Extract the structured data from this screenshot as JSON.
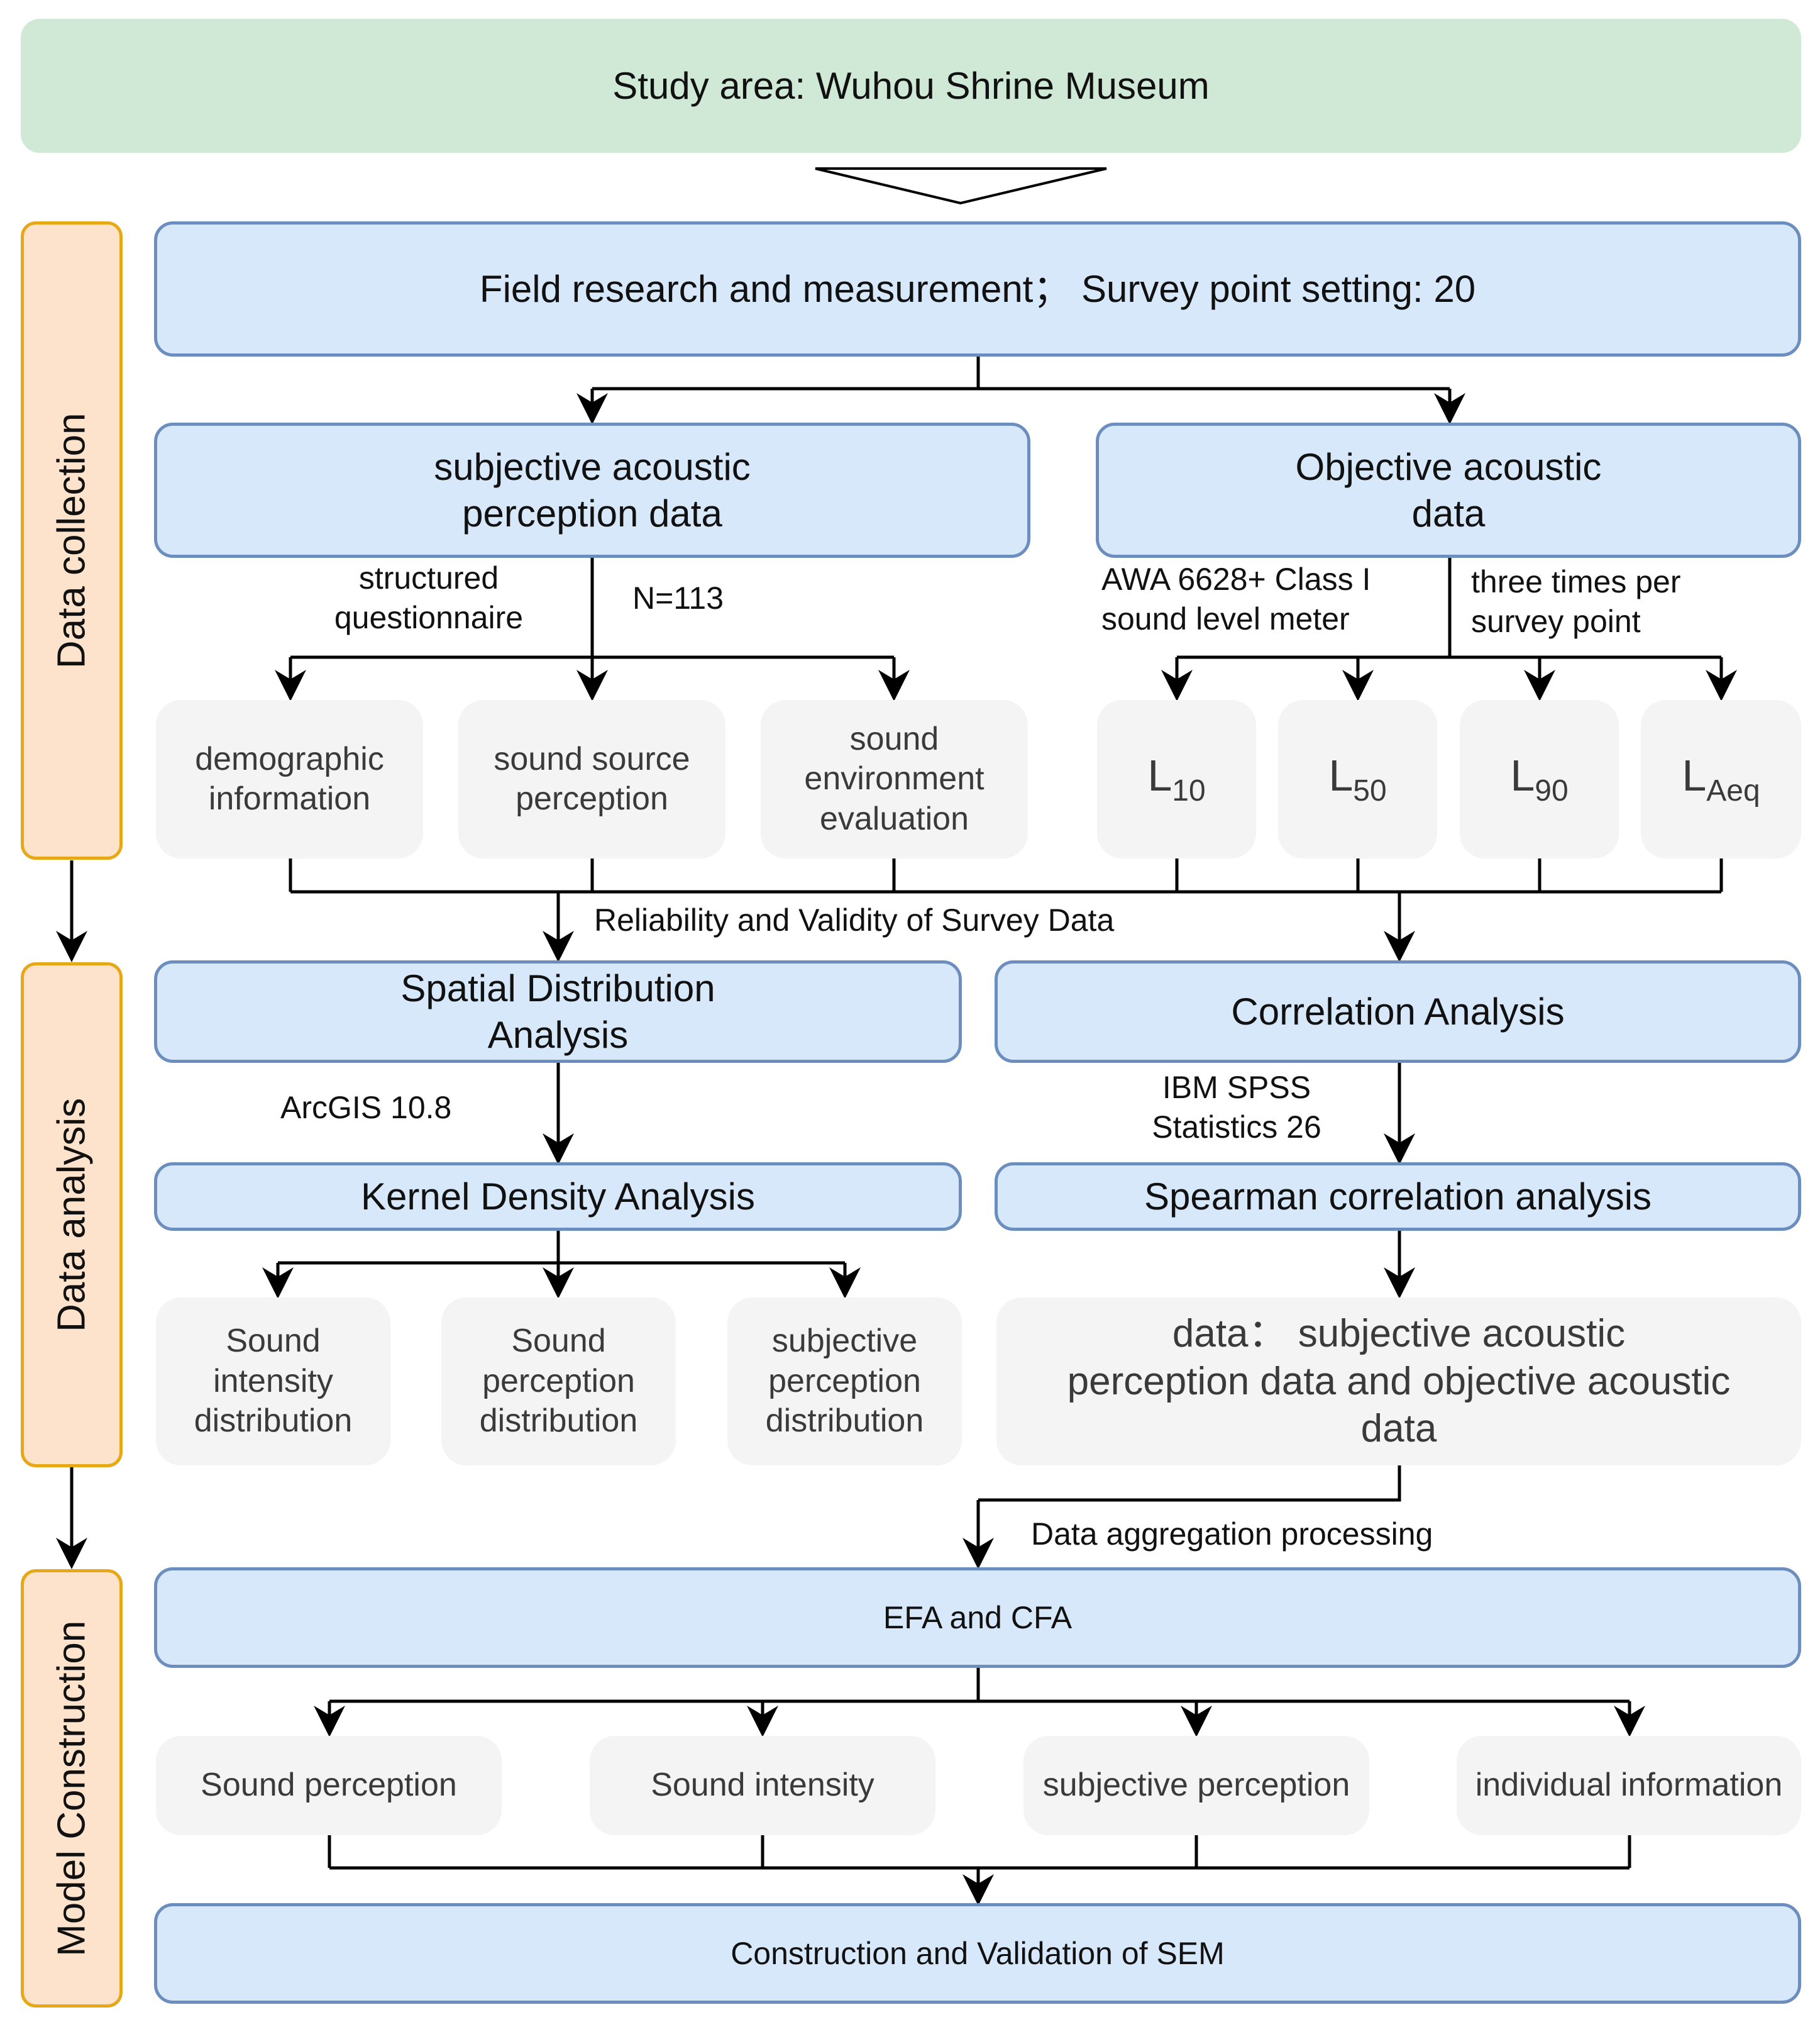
{
  "study_area": "Study area: Wuhou Shrine Museum",
  "phases": {
    "collection": "Data collection",
    "analysis": "Data analysis",
    "model": "Model Construction"
  },
  "field": "Field research and measurement； Survey point setting: 20",
  "subjective": {
    "line1": "subjective acoustic",
    "line2": "perception data"
  },
  "objective": {
    "line1": "Objective acoustic",
    "line2": "data"
  },
  "questionnaire": {
    "line1": "structured",
    "line2": "questionnaire"
  },
  "n_label": "N=113",
  "meter": {
    "line1": "AWA 6628+ Class I",
    "line2": "sound level meter"
  },
  "times": {
    "line1": "three times per",
    "line2": "survey point"
  },
  "subj_items": {
    "demographic": {
      "line1": "demographic",
      "line2": "information"
    },
    "source": {
      "line1": "sound source",
      "line2": "perception"
    },
    "environment": {
      "line1": "sound",
      "line2": "environment",
      "line3": "evaluation"
    }
  },
  "levels": [
    {
      "base": "L",
      "sub": "10"
    },
    {
      "base": "L",
      "sub": "50"
    },
    {
      "base": "L",
      "sub": "90"
    },
    {
      "base": "L",
      "sub": "Aeq"
    }
  ],
  "reliability": "Reliability and Validity of Survey Data",
  "spatial": {
    "line1": "Spatial Distribution",
    "line2": "Analysis"
  },
  "correlation": "Correlation Analysis",
  "arcgis": "ArcGIS 10.8",
  "spss": {
    "line1": "IBM SPSS",
    "line2": "Statistics 26"
  },
  "kernel": "Kernel Density Analysis",
  "spearman": "Spearman correlation analysis",
  "dist_items": {
    "intensity": {
      "line1": "Sound",
      "line2": "intensity",
      "line3": "distribution"
    },
    "perception": {
      "line1": "Sound",
      "line2": "perception",
      "line3": "distribution"
    },
    "subjective": {
      "line1": "subjective",
      "line2": "perception",
      "line3": "distribution"
    }
  },
  "combined_data": {
    "line1": "data： subjective acoustic",
    "line2": "perception data and objective acoustic",
    "line3": "data"
  },
  "aggregation": "Data aggregation processing",
  "efa_cfa": "EFA and CFA",
  "factors": {
    "perception": "Sound perception",
    "intensity": "Sound intensity",
    "subjective": "subjective perception",
    "individual": "individual information"
  },
  "sem": "Construction and Validation of SEM"
}
